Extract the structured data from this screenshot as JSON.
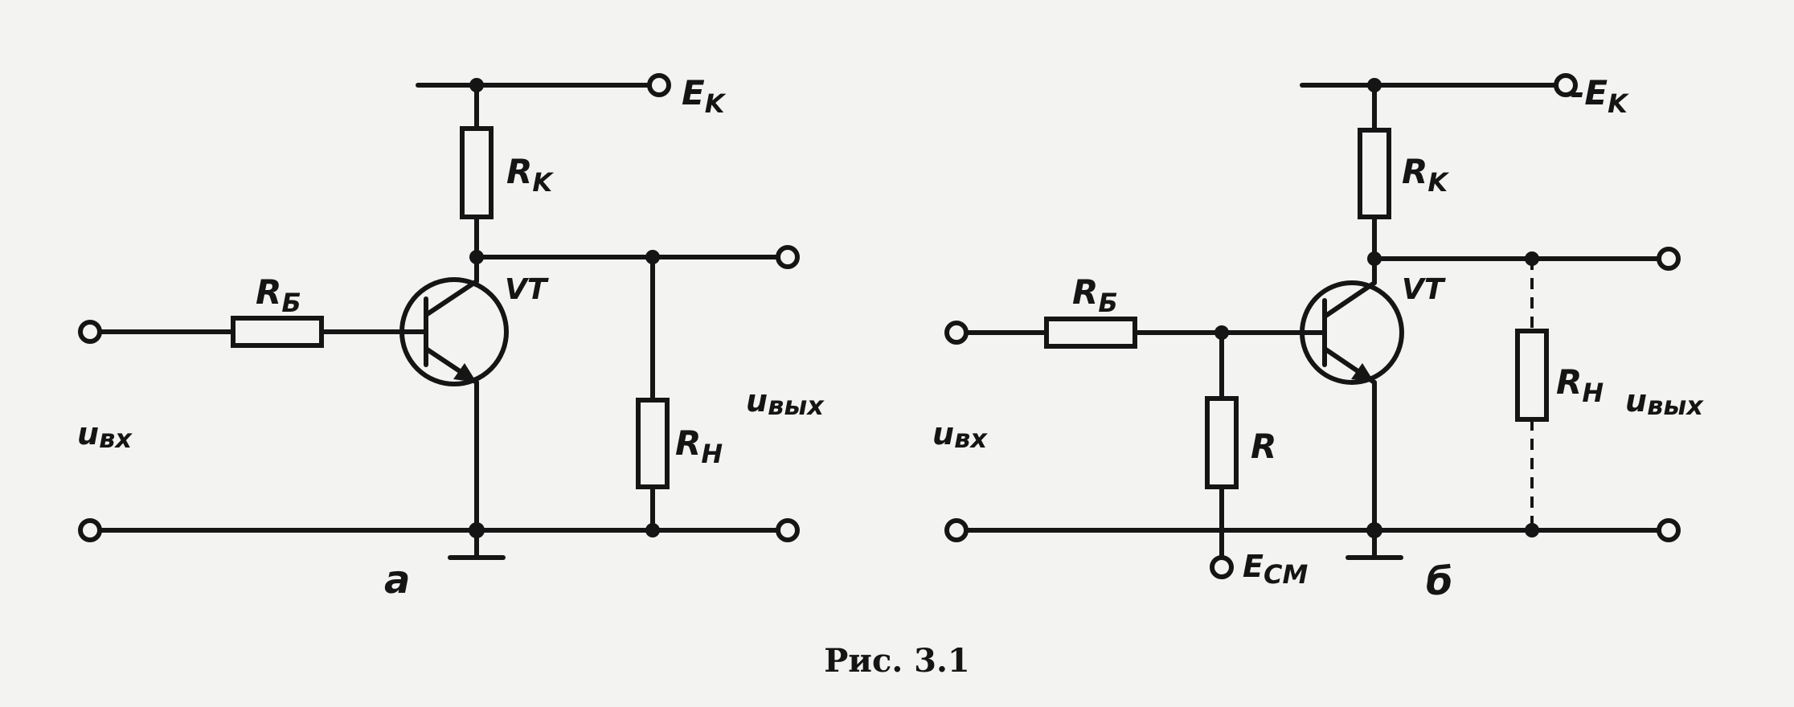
{
  "circuit_a": {
    "supply_label": "E",
    "supply_sub": "K",
    "rk_label": "R",
    "rk_sub": "K",
    "rb_label": "R",
    "rb_sub": "Б",
    "transistor_label": "VT",
    "rn_label": "R",
    "rn_sub": "H",
    "uin_label": "u",
    "uin_sub": "вх",
    "uout_label": "u",
    "uout_sub": "вых",
    "tag": "a"
  },
  "circuit_b": {
    "supply_label": "-E",
    "supply_sub": "K",
    "rk_label": "R",
    "rk_sub": "K",
    "rb_label": "R",
    "rb_sub": "Б",
    "transistor_label": "VT",
    "r_label": "R",
    "bias_label": "E",
    "bias_sub": "CM",
    "rn_label": "R",
    "rn_sub": "H",
    "uin_label": "u",
    "uin_sub": "вх",
    "uout_label": "u",
    "uout_sub": "вых",
    "tag": "б"
  },
  "caption": "Рис. 3.1"
}
